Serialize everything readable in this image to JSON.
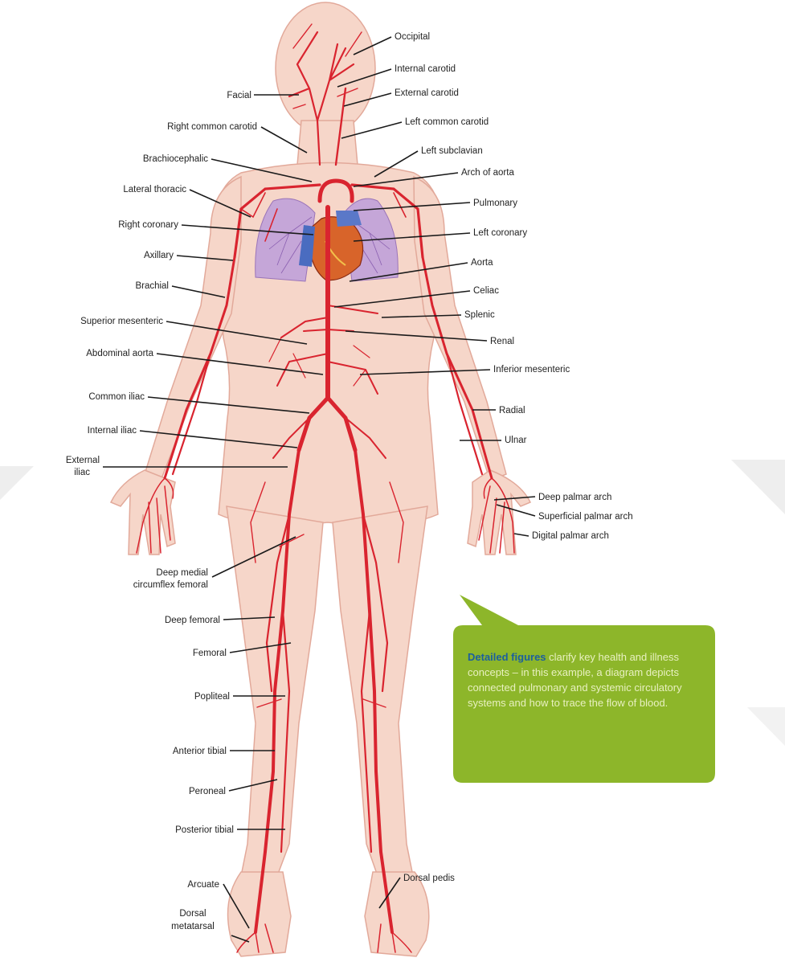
{
  "labels": {
    "occipital": "Occipital",
    "internal_carotid": "Internal carotid",
    "external_carotid": "External carotid",
    "facial": "Facial",
    "left_common_carotid": "Left common carotid",
    "right_common_carotid": "Right common carotid",
    "left_subclavian": "Left subclavian",
    "brachiocephalic": "Brachiocephalic",
    "arch_of_aorta": "Arch of aorta",
    "lateral_thoracic": "Lateral thoracic",
    "pulmonary": "Pulmonary",
    "right_coronary": "Right coronary",
    "left_coronary": "Left coronary",
    "axillary": "Axillary",
    "aorta": "Aorta",
    "brachial": "Brachial",
    "celiac": "Celiac",
    "splenic": "Splenic",
    "superior_mesenteric": "Superior mesenteric",
    "renal": "Renal",
    "abdominal_aorta": "Abdominal aorta",
    "inferior_mesenteric": "Inferior mesenteric",
    "common_iliac": "Common iliac",
    "radial": "Radial",
    "internal_iliac": "Internal iliac",
    "ulnar": "Ulnar",
    "external_iliac_line1": "External",
    "external_iliac_line2": "iliac",
    "deep_palmar_arch": "Deep palmar arch",
    "superficial_palmar_arch": "Superficial palmar arch",
    "digital_palmar_arch": "Digital palmar arch",
    "deep_medial_circumflex_line1": "Deep medial",
    "deep_medial_circumflex_line2": "circumflex femoral",
    "deep_femoral": "Deep femoral",
    "femoral": "Femoral",
    "popliteal": "Popliteal",
    "anterior_tibial": "Anterior tibial",
    "peroneal": "Peroneal",
    "posterior_tibial": "Posterior tibial",
    "arcuate": "Arcuate",
    "dorsal_pedis": "Dorsal pedis",
    "dorsal_metatarsal_line1": "Dorsal",
    "dorsal_metatarsal_line2": "metatarsal"
  },
  "callout": {
    "title": "Detailed figures",
    "body": " clarify key health and illness concepts – in this example, a diagram depicts connected pulmonary and systemic circulatory systems and how to trace the flow of blood."
  },
  "colors": {
    "skin": "#f6d6c9",
    "skin_outline": "#e2a99a",
    "artery": "#d9242f",
    "lung": "#b48fc9",
    "heart": "#d8462a",
    "vein": "#3f5fb0",
    "callout_green": "#8db62a"
  }
}
